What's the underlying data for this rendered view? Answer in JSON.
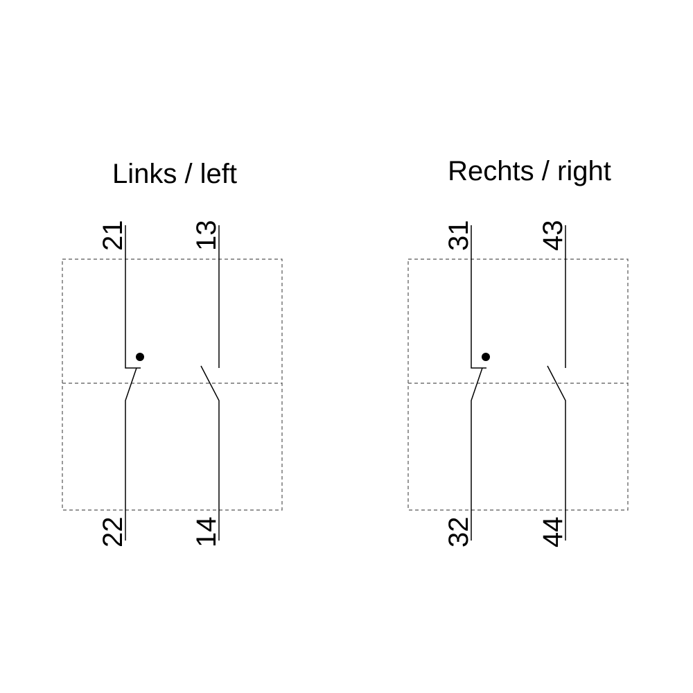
{
  "left": {
    "title": "Links / left",
    "nc_top": "21",
    "nc_bottom": "22",
    "no_top": "13",
    "no_bottom": "14"
  },
  "right": {
    "title": "Rechts / right",
    "nc_top": "31",
    "nc_bottom": "32",
    "no_top": "43",
    "no_bottom": "44"
  }
}
